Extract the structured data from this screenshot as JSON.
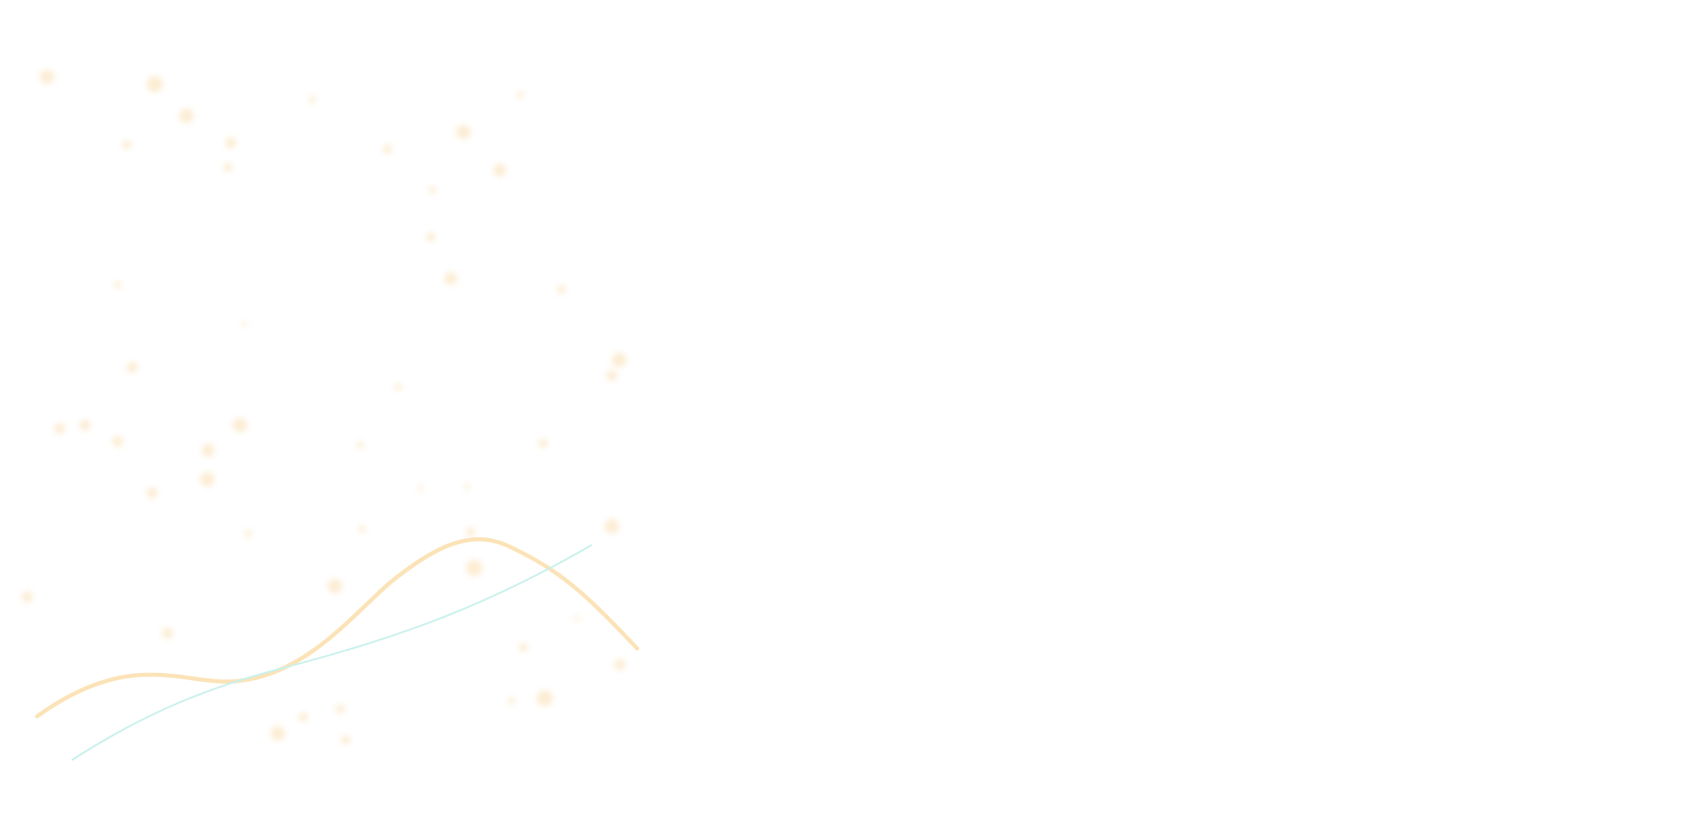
{
  "colors": {
    "background": "#ffffff",
    "accent_warm": "#fbe3b7",
    "accent_cool": "#c9f1ec",
    "particle": "#fbe7c6"
  },
  "icons": {
    "particle_field": "bokeh-dots-decoration",
    "wave_warm": "wave-line-decoration",
    "wave_cool": "wave-line-decoration"
  }
}
